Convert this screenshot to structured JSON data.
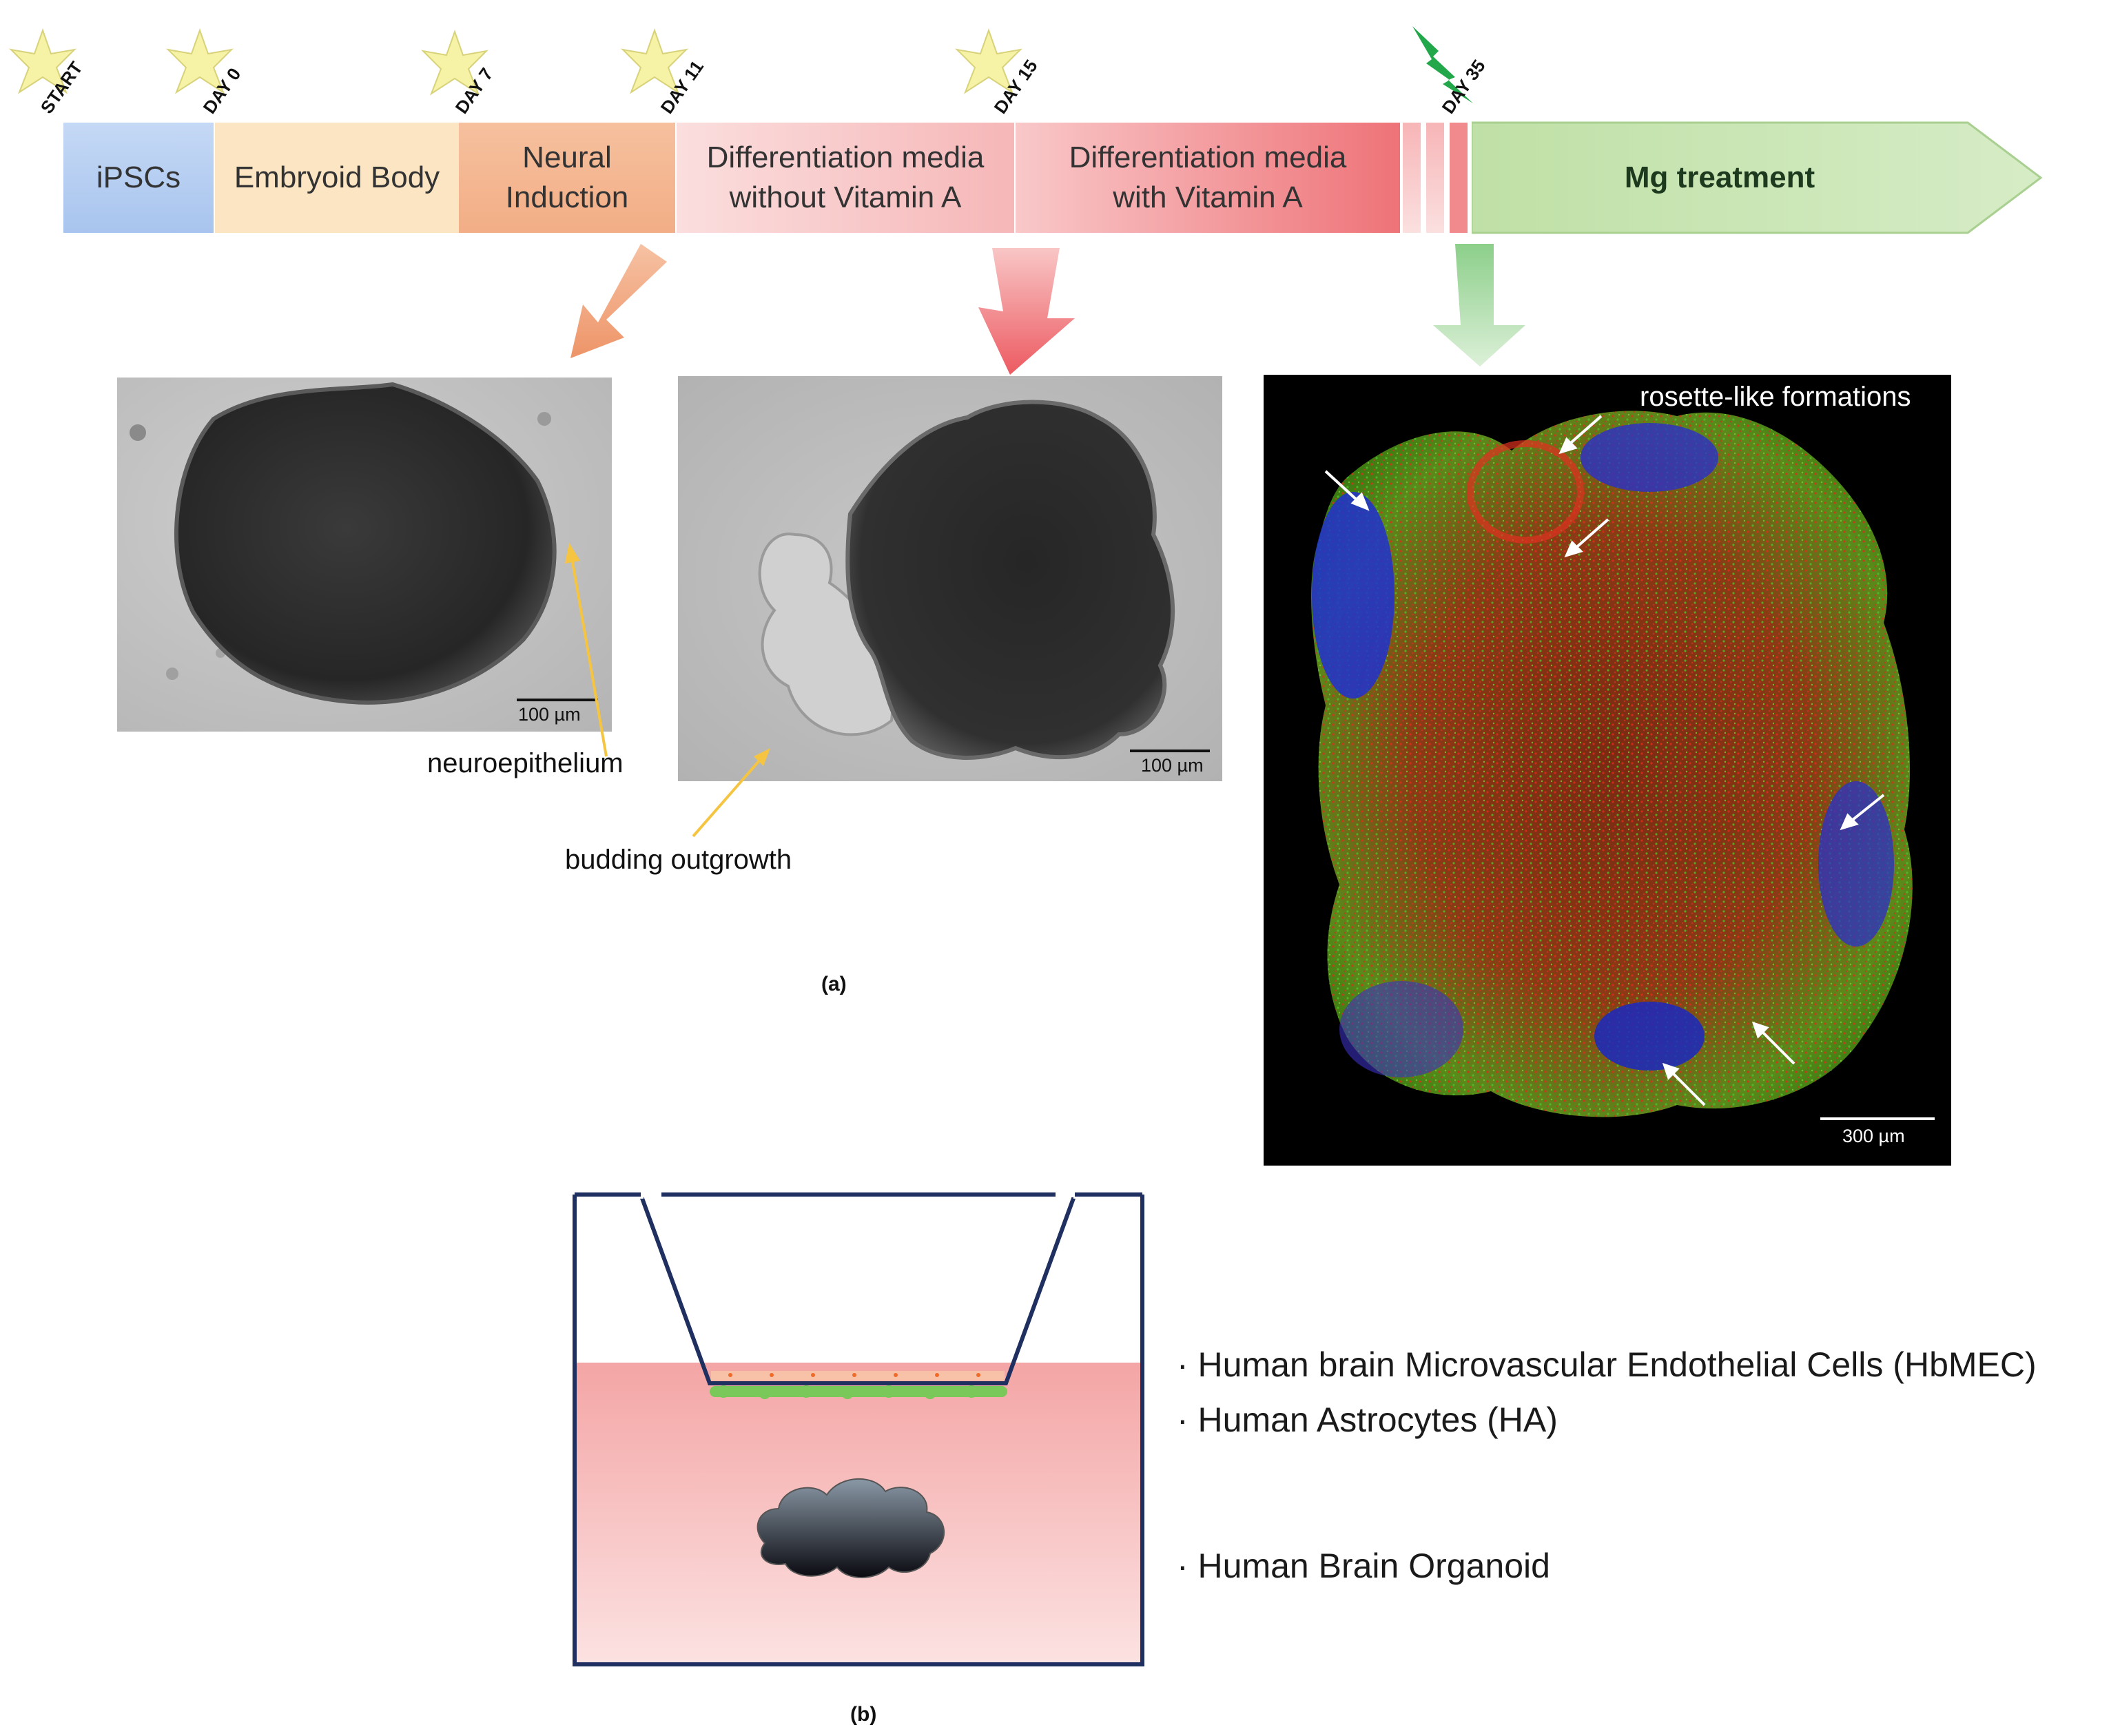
{
  "timeline": {
    "stages": [
      {
        "id": "ipscs",
        "label": "iPSCs",
        "color": "#b4cdf0"
      },
      {
        "id": "embryoid",
        "label": "Embryoid Body",
        "color": "#fbe3bd"
      },
      {
        "id": "neural",
        "label": "Neural\nInduction",
        "color": "#f2b48f"
      },
      {
        "id": "diff-no-vita",
        "label": "Differentiation  media\nwithout Vitamin A",
        "color": "#f7c1c1"
      },
      {
        "id": "diff-vita",
        "label": "Differentiation  media\nwith Vitamin A",
        "color": "#ef7a7e"
      },
      {
        "id": "mg",
        "label": "Mg treatment",
        "color": "#c8e4b4"
      }
    ],
    "milestones": [
      "START",
      "DAY 0",
      "DAY 7",
      "DAY 11",
      "DAY 15",
      "DAY 35"
    ]
  },
  "panels": {
    "micro1": {
      "scale": "100 µm",
      "annotation": "neuroepithelium"
    },
    "micro2": {
      "scale": "100 µm",
      "annotation": "budding outgrowth"
    },
    "fluor": {
      "scale": "300 µm",
      "annotation": "rosette-like formations"
    }
  },
  "captions": {
    "a": "(a)",
    "b": "(b)"
  },
  "legend": [
    "· Human brain Microvascular Endothelial Cells (HbMEC)",
    "· Human Astrocytes (HA)",
    "· Human Brain Organoid"
  ],
  "colors": {
    "arrow_orange": "#f0a078",
    "arrow_red": "#ef6a6e",
    "arrow_green": "#9ed49a",
    "lightning": "#22a84a",
    "star": "#f4f0a0",
    "annotation_arrow": "#f5c542"
  }
}
